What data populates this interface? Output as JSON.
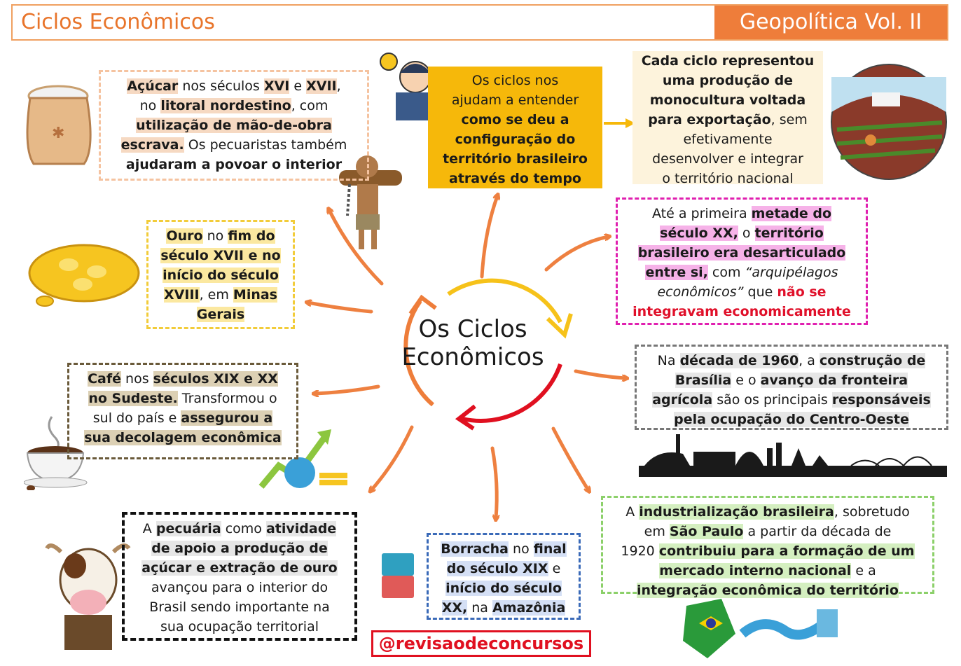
{
  "header": {
    "title": "Ciclos Econômicos",
    "badge": "Geopolítica Vol. II"
  },
  "center": {
    "line1": "Os Ciclos",
    "line2": "Econômicos"
  },
  "acucar": {
    "t1": "Açúcar",
    "t2": " nos séculos ",
    "t3": "XVI",
    "t4": " e ",
    "t5": "XVII",
    "t6": ",",
    "t7": "no ",
    "t8": "litoral nordestino",
    "t9": ", com",
    "t10": "utilização de mão-de-obra",
    "t11": "escrava.",
    "t12": " Os pecuaristas também",
    "t13": "ajudaram a povoar o interior"
  },
  "ouro": {
    "t1": "Ouro",
    "t2": " no ",
    "t3": "fim do",
    "t4": "século XVII e no",
    "t5": "início do século",
    "t6": "XVIII",
    "t7": ", em ",
    "t8": "Minas",
    "t9": "Gerais"
  },
  "cafe": {
    "t1": "Café",
    "t2": " nos ",
    "t3": "séculos XIX e XX",
    "t4": "no Sudeste.",
    "t5": " Transformou o",
    "t6": "sul do país e ",
    "t7": "assegurou a",
    "t8": "sua decolagem econômica"
  },
  "pecuaria": {
    "t1": "A ",
    "t2": "pecuária",
    "t3": " como ",
    "t4": "atividade",
    "t5": "de apoio a produção de",
    "t6": "açúcar e extração de ouro",
    "t7": "avançou para o interior do",
    "t8": "Brasil sendo importante na",
    "t9": "sua ocupação territorial"
  },
  "borracha": {
    "t1": "Borracha",
    "t2": " no ",
    "t3": "final",
    "t4": "do século XIX",
    "t5": " e",
    "t6": "início do século",
    "t7": "XX,",
    "t8": " na ",
    "t9": "Amazônia"
  },
  "ciclos_ajudam": {
    "t1": "Os ciclos nos",
    "t2": "ajudam a entender",
    "t3": "como se deu a",
    "t4": "configuração do",
    "t5": "território brasileiro",
    "t6": "através do tempo"
  },
  "monocultura": {
    "t1": "Cada ciclo representou",
    "t2": "uma produção de",
    "t3": "monocultura voltada",
    "t4": "para exportação",
    "t5": ", sem",
    "t6": "efetivamente",
    "t7": "desenvolver e integrar",
    "t8": "o território nacional"
  },
  "arquipelagos": {
    "t1": "Até a primeira ",
    "t2": "metade do",
    "t3": "século XX,",
    "t4": " o ",
    "t5": "território",
    "t6": "brasileiro era desarticulado",
    "t7": "entre si,",
    "t8": " com ",
    "t9": "“arquipélagos",
    "t10": "econômicos”",
    "t11": " que ",
    "t12": "não se",
    "t13": "integravam economicamente"
  },
  "brasilia": {
    "t1": "Na ",
    "t2": "década de 1960",
    "t3": ", a ",
    "t4": "construção de",
    "t5": "Brasília",
    "t6": " e o ",
    "t7": "avanço da fronteira",
    "t8": "agrícola",
    "t9": " são os principais ",
    "t10": "responsáveis",
    "t11": "pela ocupação do Centro-Oeste"
  },
  "industria": {
    "t1": "A ",
    "t2": "industrialização brasileira",
    "t3": ", sobretudo",
    "t4": "em ",
    "t5": "São Paulo",
    "t6": " a partir da década de",
    "t7": "1920 ",
    "t8": "contribuiu para a formação de um",
    "t9": "mercado interno nacional",
    "t10": " e a",
    "t11": "integração econômica do território"
  },
  "handle": "@revisaodeconcursos",
  "colors": {
    "orange": "#ee7d3a",
    "yellow_box": "#f6b80a",
    "red": "#e0102a"
  }
}
